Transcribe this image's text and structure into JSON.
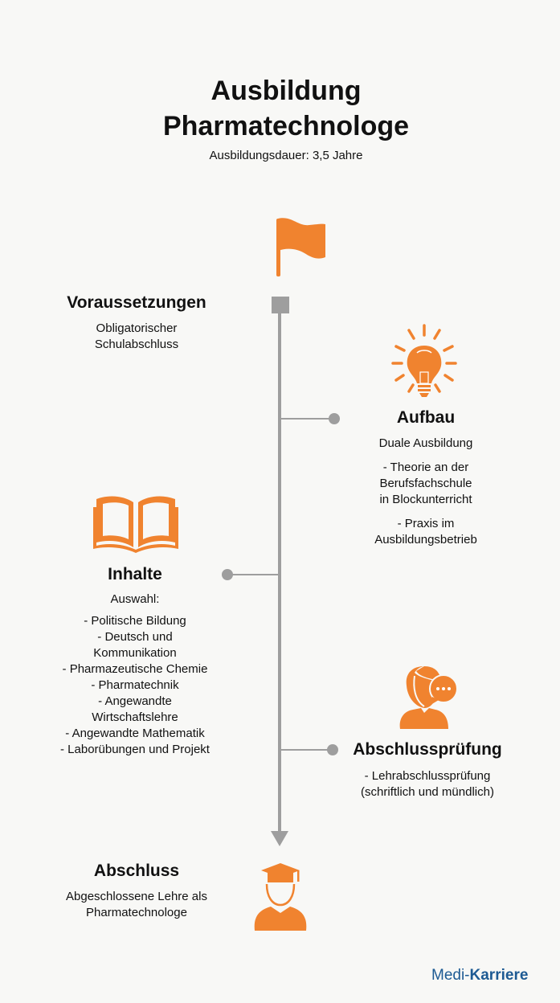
{
  "title": {
    "line1": "Ausbildung",
    "line2": "Pharmatechnologe",
    "subtitle": "Ausbildungsdauer: 3,5 Jahre"
  },
  "colors": {
    "accent": "#f0832f",
    "timeline": "#9e9e9e",
    "brand": "#1d5a93",
    "background": "#f8f8f6"
  },
  "sections": {
    "voraussetzungen": {
      "heading": "Voraussetzungen",
      "lines": [
        "Obligatorischer",
        "Schulabschluss"
      ],
      "icon": "flag-icon"
    },
    "aufbau": {
      "heading": "Aufbau",
      "lines": [
        "Duale Ausbildung",
        "- Theorie an der",
        "Berufsfachschule",
        "in Blockunterricht",
        "- Praxis im",
        "Ausbildungsbetrieb"
      ],
      "icon": "lightbulb-icon"
    },
    "inhalte": {
      "heading": "Inhalte",
      "lines": [
        "Auswahl:",
        "- Politische Bildung",
        "- Deutsch und",
        "Kommunikation",
        "- Pharmazeutische Chemie",
        "- Pharmatechnik",
        "- Angewandte",
        "Wirtschaftslehre",
        "- Angewandte Mathematik",
        "- Laborübungen und Projekt"
      ],
      "icon": "book-icon"
    },
    "abschlusspruefung": {
      "heading": "Abschlussprüfung",
      "lines": [
        "- Lehrabschlussprüfung",
        "(schriftlich und mündlich)"
      ],
      "icon": "person-speech-icon"
    },
    "abschluss": {
      "heading": "Abschluss",
      "lines": [
        "Abgeschlossene Lehre als",
        "Pharmatechnologe"
      ],
      "icon": "graduate-icon"
    }
  },
  "logo": {
    "part1": "Medi-",
    "part2": "Karriere"
  }
}
